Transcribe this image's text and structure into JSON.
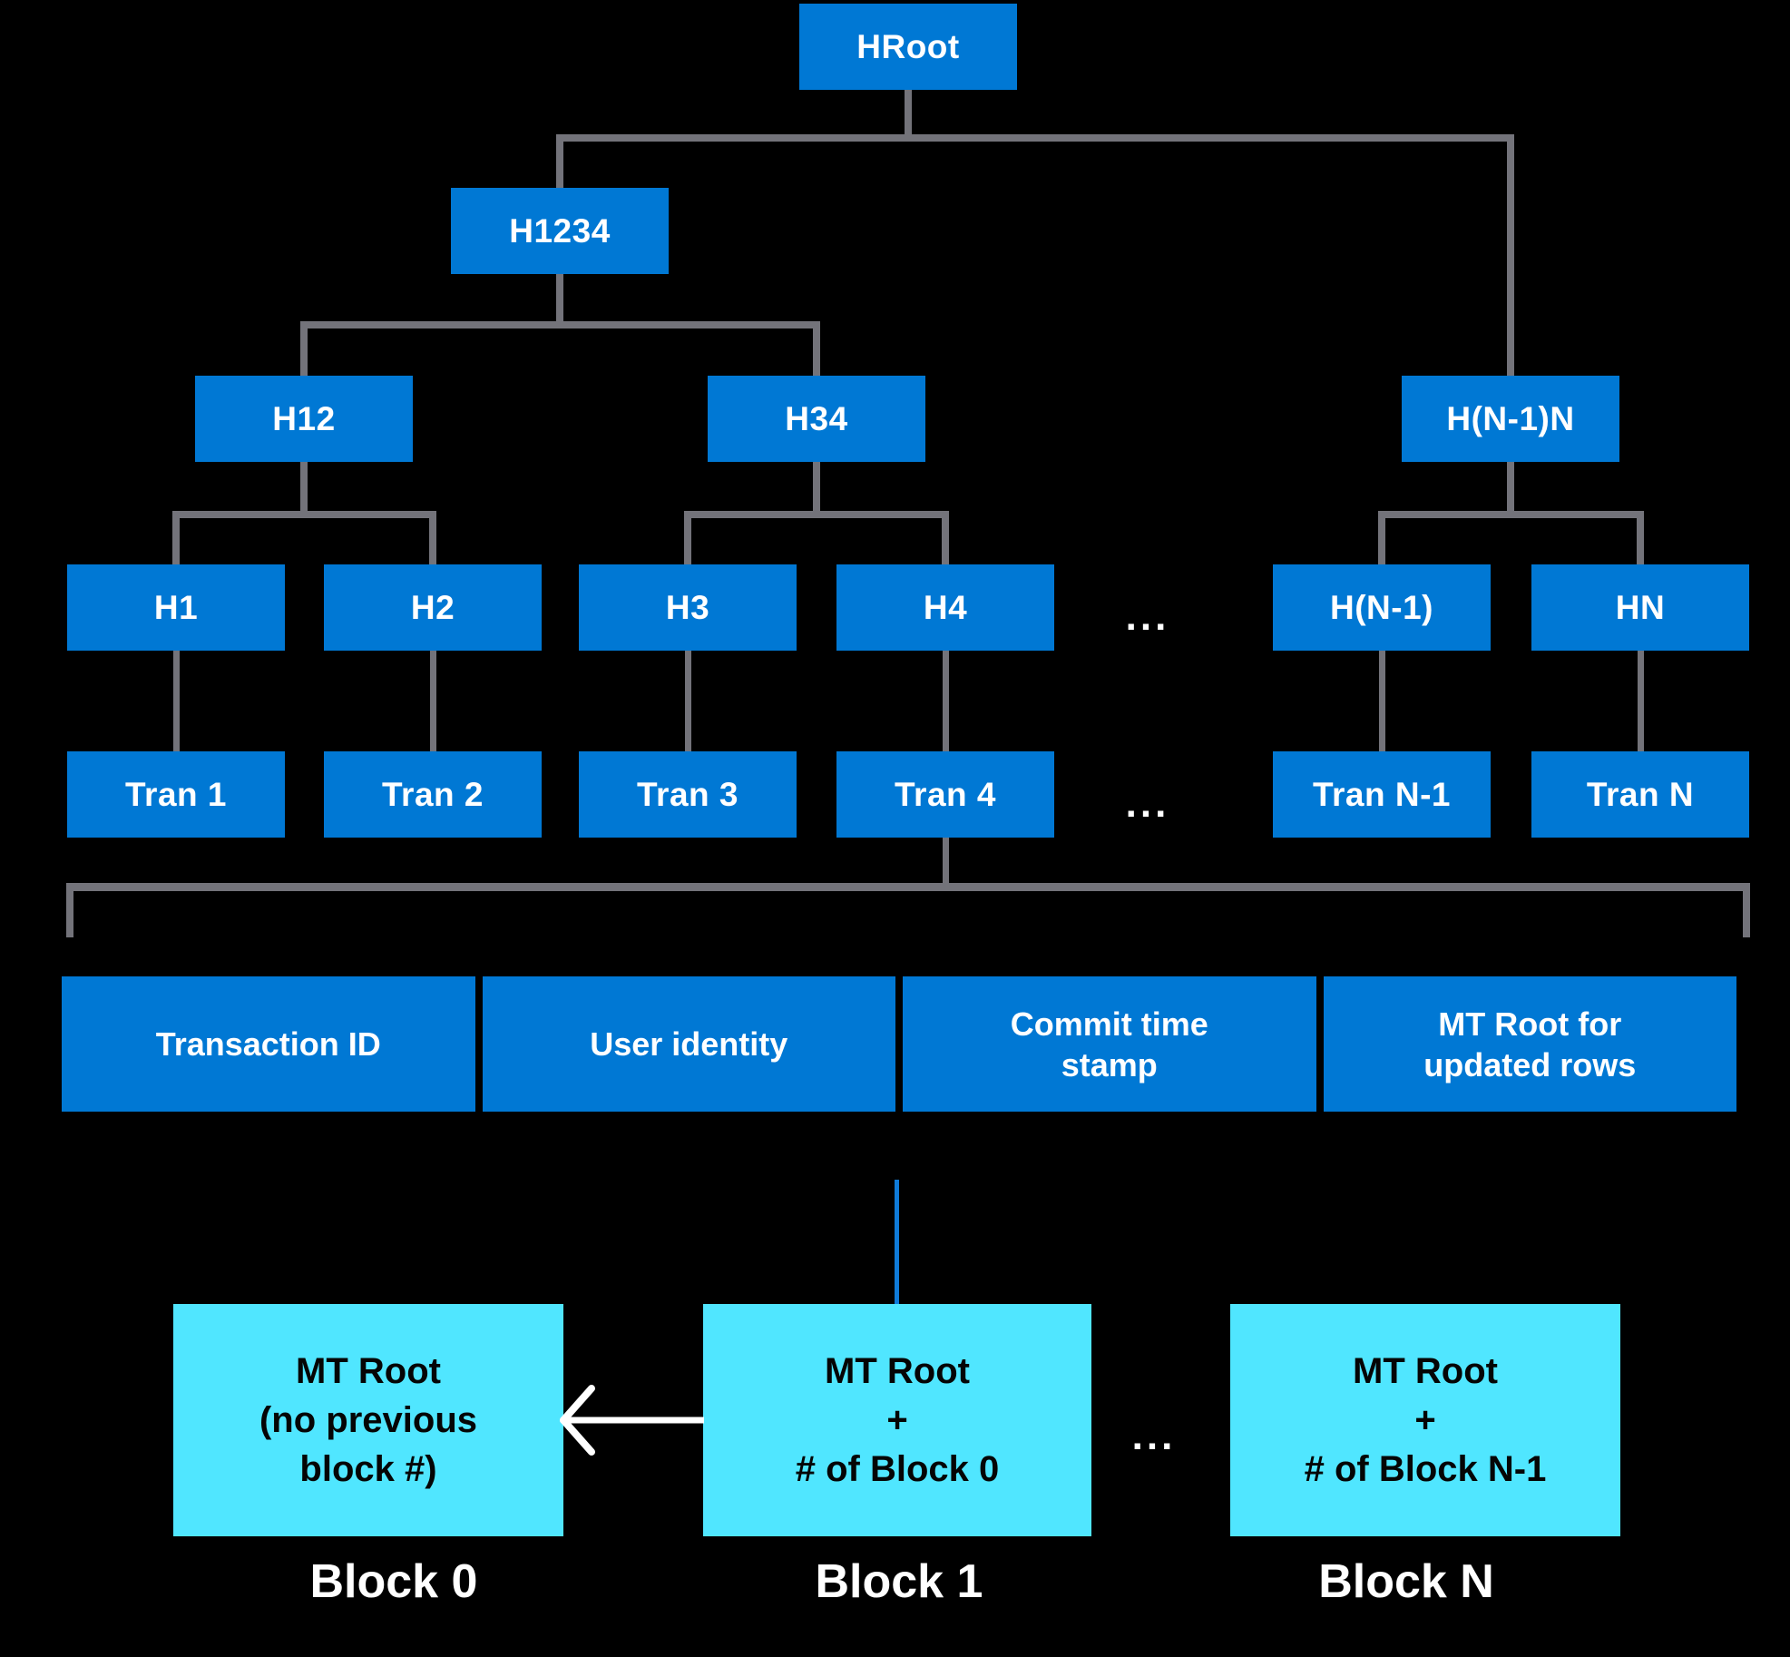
{
  "diagram": {
    "tree": {
      "root": "HRoot",
      "level2": "H1234",
      "level3": [
        "H12",
        "H34",
        "H(N-1)N"
      ],
      "level4": [
        "H1",
        "H2",
        "H3",
        "H4",
        "H(N-1)",
        "HN"
      ],
      "level5": [
        "Tran 1",
        "Tran 2",
        "Tran 3",
        "Tran 4",
        "Tran N-1",
        "Tran N"
      ],
      "ellipsis": "..."
    },
    "transaction_fields": [
      "Transaction ID",
      "User identity",
      "Commit time\nstamp",
      "MT Root for\nupdated rows"
    ],
    "blocks": [
      {
        "content": "MT Root\n(no previous\nblock #)",
        "label": "Block 0"
      },
      {
        "content": "MT Root\n+\n# of Block 0",
        "label": "Block 1"
      },
      {
        "content": "MT Root\n+\n# of Block N-1",
        "label": "Block N"
      }
    ],
    "blocks_ellipsis": "...",
    "colors": {
      "node_blue": "#0078D4",
      "block_cyan": "#50E6FF",
      "connector_gray": "#73737A",
      "link_blue": "#0F7BD9",
      "background": "#000000",
      "text_white": "#FFFFFF",
      "text_black": "#050505"
    }
  }
}
